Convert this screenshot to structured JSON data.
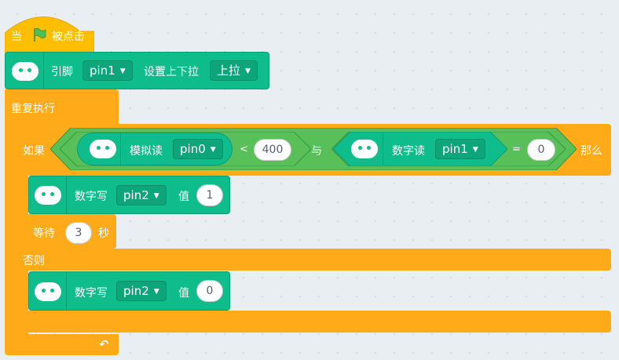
{
  "hat": {
    "when": "当",
    "flag_icon": "green-flag-icon",
    "clicked": "被点击"
  },
  "pin_pull": {
    "label_pin": "引脚",
    "pin": "pin1",
    "label_set": "设置上下拉",
    "mode": "上拉"
  },
  "forever": {
    "label": "重复执行",
    "loop_arrow_icon": "loop-arrow-icon"
  },
  "if_else": {
    "if_label": "如果",
    "then_label": "那么",
    "else_label": "否则"
  },
  "condition": {
    "left": {
      "label": "模拟读",
      "pin": "pin0",
      "op": "<",
      "value": "400"
    },
    "and_label": "与",
    "right": {
      "label": "数字读",
      "pin": "pin1",
      "op": "=",
      "value": "0"
    }
  },
  "then_branch": {
    "digital_write": {
      "label": "数字写",
      "pin": "pin2",
      "value_label": "值",
      "value": "1"
    },
    "wait": {
      "label": "等待",
      "value": "3",
      "unit": "秒"
    }
  },
  "else_branch": {
    "digital_write": {
      "label": "数字写",
      "pin": "pin2",
      "value_label": "值",
      "value": "0"
    }
  },
  "colors": {
    "event": "#ffc400",
    "control": "#ffab19",
    "extension": "#0fbd8c",
    "operator": "#59c059"
  },
  "icons": {
    "microbit": "microbit-icon",
    "dropdown": "dropdown-arrow-icon"
  }
}
